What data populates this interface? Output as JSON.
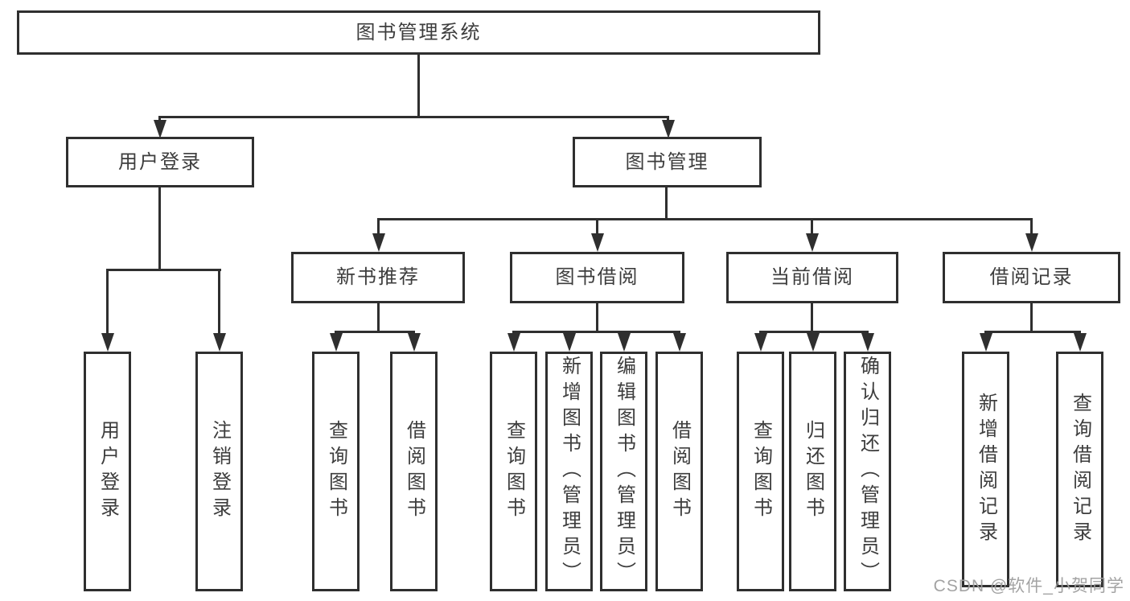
{
  "diagram": {
    "title_node": {
      "label": "图书管理系统"
    },
    "level1": [
      {
        "label": "用户登录"
      },
      {
        "label": "图书管理"
      }
    ],
    "level2": [
      {
        "label": "新书推荐"
      },
      {
        "label": "图书借阅"
      },
      {
        "label": "当前借阅"
      },
      {
        "label": "借阅记录"
      }
    ],
    "leaves": [
      {
        "label": "用户登录"
      },
      {
        "label": "注销登录"
      },
      {
        "label": "查询图书"
      },
      {
        "label": "借阅图书"
      },
      {
        "label": "查询图书"
      },
      {
        "label": "新增图书（管理员）"
      },
      {
        "label": "编辑图书（管理员）"
      },
      {
        "label": "借阅图书"
      },
      {
        "label": "查询图书"
      },
      {
        "label": "归还图书"
      },
      {
        "label": "确认归还（管理员）"
      },
      {
        "label": "新增借阅记录"
      },
      {
        "label": "查询借阅记录"
      }
    ],
    "watermark": "CSDN @软件_小贺同学",
    "colors": {
      "line": "#2f2f2f",
      "text": "#3d3d3d",
      "background": "#ffffff",
      "watermark": "#9e9e9e"
    }
  }
}
